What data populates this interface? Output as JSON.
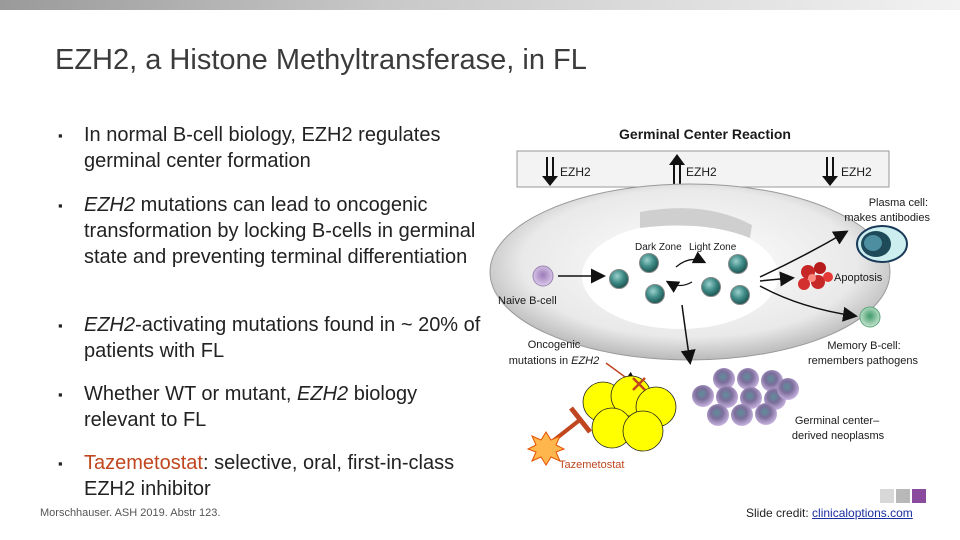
{
  "slide": {
    "title": "EZH2, a Histone Methyltransferase, in FL",
    "bullets": [
      {
        "parts": [
          {
            "text": "In normal B-cell biology, EZH2 regulates germinal center formation"
          }
        ]
      },
      {
        "parts": [
          {
            "text": "EZH2",
            "italic": true
          },
          {
            "text": " mutations can lead to oncogenic transformation by locking B-cells in germinal state and preventing terminal differentiation"
          }
        ]
      },
      {
        "parts": [
          {
            "text": "EZH2",
            "italic": true
          },
          {
            "text": "-activating mutations found in ~ 20% of patients with FL"
          }
        ]
      },
      {
        "parts": [
          {
            "text": "Whether WT or mutant, "
          },
          {
            "text": "EZH2",
            "italic": true
          },
          {
            "text": " biology relevant to FL"
          }
        ]
      },
      {
        "parts": [
          {
            "text": "Tazemetostat",
            "highlight": true
          },
          {
            "text": ": selective, oral, first-in-class EZH2 inhibitor"
          }
        ]
      }
    ],
    "footnote": "Morschhauser. ASH 2019. Abstr 123.",
    "credit_prefix": "Slide credit: ",
    "credit_link": "clinicaloptions.com"
  },
  "diagram": {
    "header": "Germinal Center Reaction",
    "ezh2_labels": [
      "EZH2",
      "EZH2",
      "EZH2"
    ],
    "dark_zone": "Dark Zone",
    "light_zone": "Light Zone",
    "naive": "Naive B-cell",
    "plasma_line1": "Plasma cell:",
    "plasma_line2": "makes antibodies",
    "apoptosis": "Apoptosis",
    "memory_line1": "Memory B-cell:",
    "memory_line2": "remembers pathogens",
    "oncogenic_line1": "Oncogenic",
    "oncogenic_line2_prefix": "mutations in ",
    "oncogenic_line2_italic": "EZH2",
    "neoplasm_line1": "Germinal center–",
    "neoplasm_line2": "derived neoplasms",
    "drug": "Tazemetostat"
  },
  "colors": {
    "accent": "#c0461f",
    "link": "#1a2fa0",
    "cell_teal": "#3d8a86",
    "tumor_yellow": "#ffff00",
    "apoptosis_red": "#c62828"
  }
}
